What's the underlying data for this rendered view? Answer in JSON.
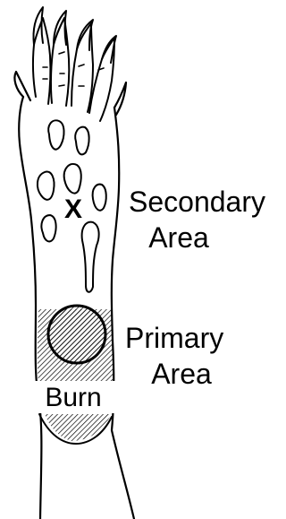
{
  "labels": {
    "secondary_line1": "Secondary",
    "secondary_line2": "Area",
    "primary_line1": "Primary",
    "primary_line2": "Area",
    "burn": "Burn",
    "x_mark": "X"
  },
  "colors": {
    "ink": "#000000",
    "background": "#ffffff"
  }
}
